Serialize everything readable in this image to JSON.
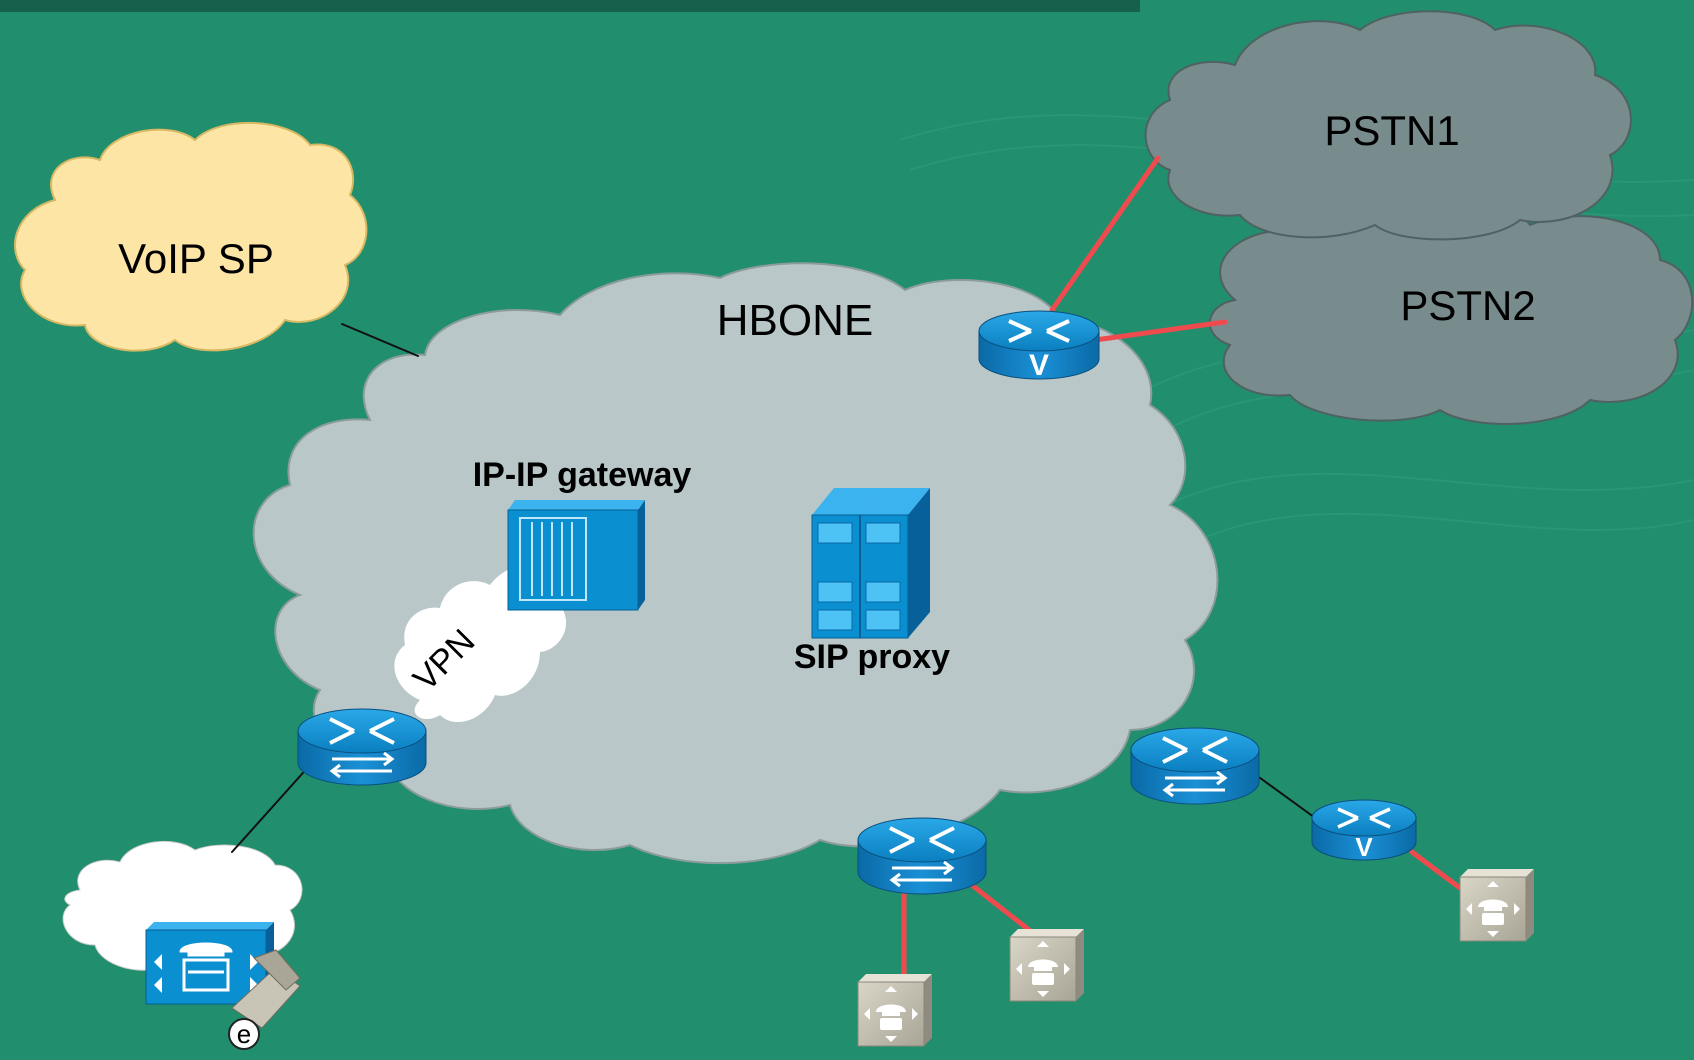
{
  "labels": {
    "voip_sp": "VoIP SP",
    "hbone": "HBONE",
    "pstn1": "PSTN1",
    "pstn2": "PSTN2",
    "ip_ip_gateway": "IP-IP gateway",
    "sip_proxy": "SIP proxy",
    "vpn": "VPN",
    "voice_router_mark": "V",
    "phone_e_mark": "e"
  },
  "colors": {
    "background": "#218e6e",
    "voip_cloud": "#fde5a6",
    "hbone_cloud": "#b9c7c8",
    "pstn_cloud": "#798c8d",
    "vpn_cloud": "#ffffff",
    "device_blue": "#0a8fd0",
    "pstn_link": "#ef4b4f",
    "plain_link": "#111111"
  }
}
